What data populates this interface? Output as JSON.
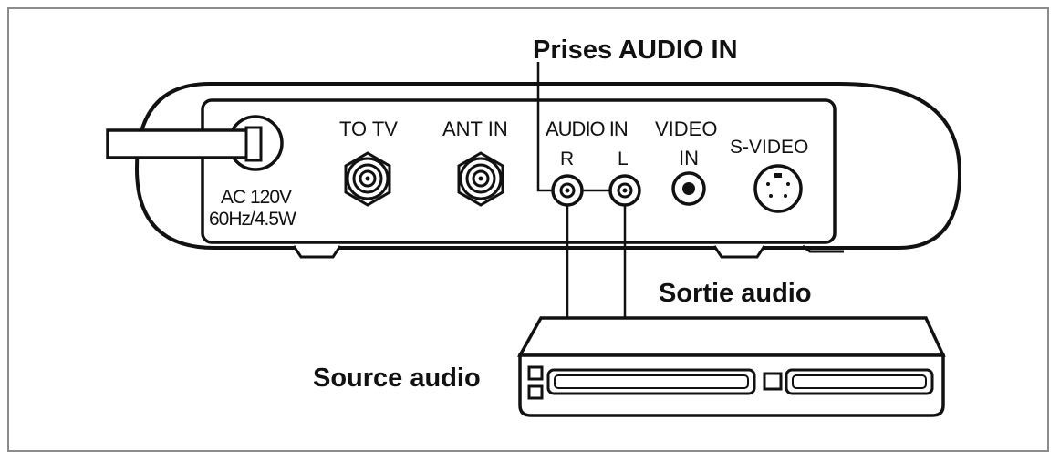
{
  "callouts": {
    "audio_in_jacks": "Prises AUDIO IN",
    "audio_output": "Sortie audio",
    "audio_source": "Source audio"
  },
  "device": {
    "power_rating_line1": "AC 120V",
    "power_rating_line2": "60Hz/4.5W",
    "to_tv": "TO  TV",
    "ant_in": "ANT  IN",
    "audio_in": "AUDIO IN",
    "audio_r": "R",
    "audio_l": "L",
    "video_in_line1": "VIDEO",
    "video_in_line2": "IN",
    "s_video": "S-VIDEO"
  },
  "colors": {
    "line": "#111111",
    "frame": "#8c8c8c",
    "background": "#ffffff"
  }
}
